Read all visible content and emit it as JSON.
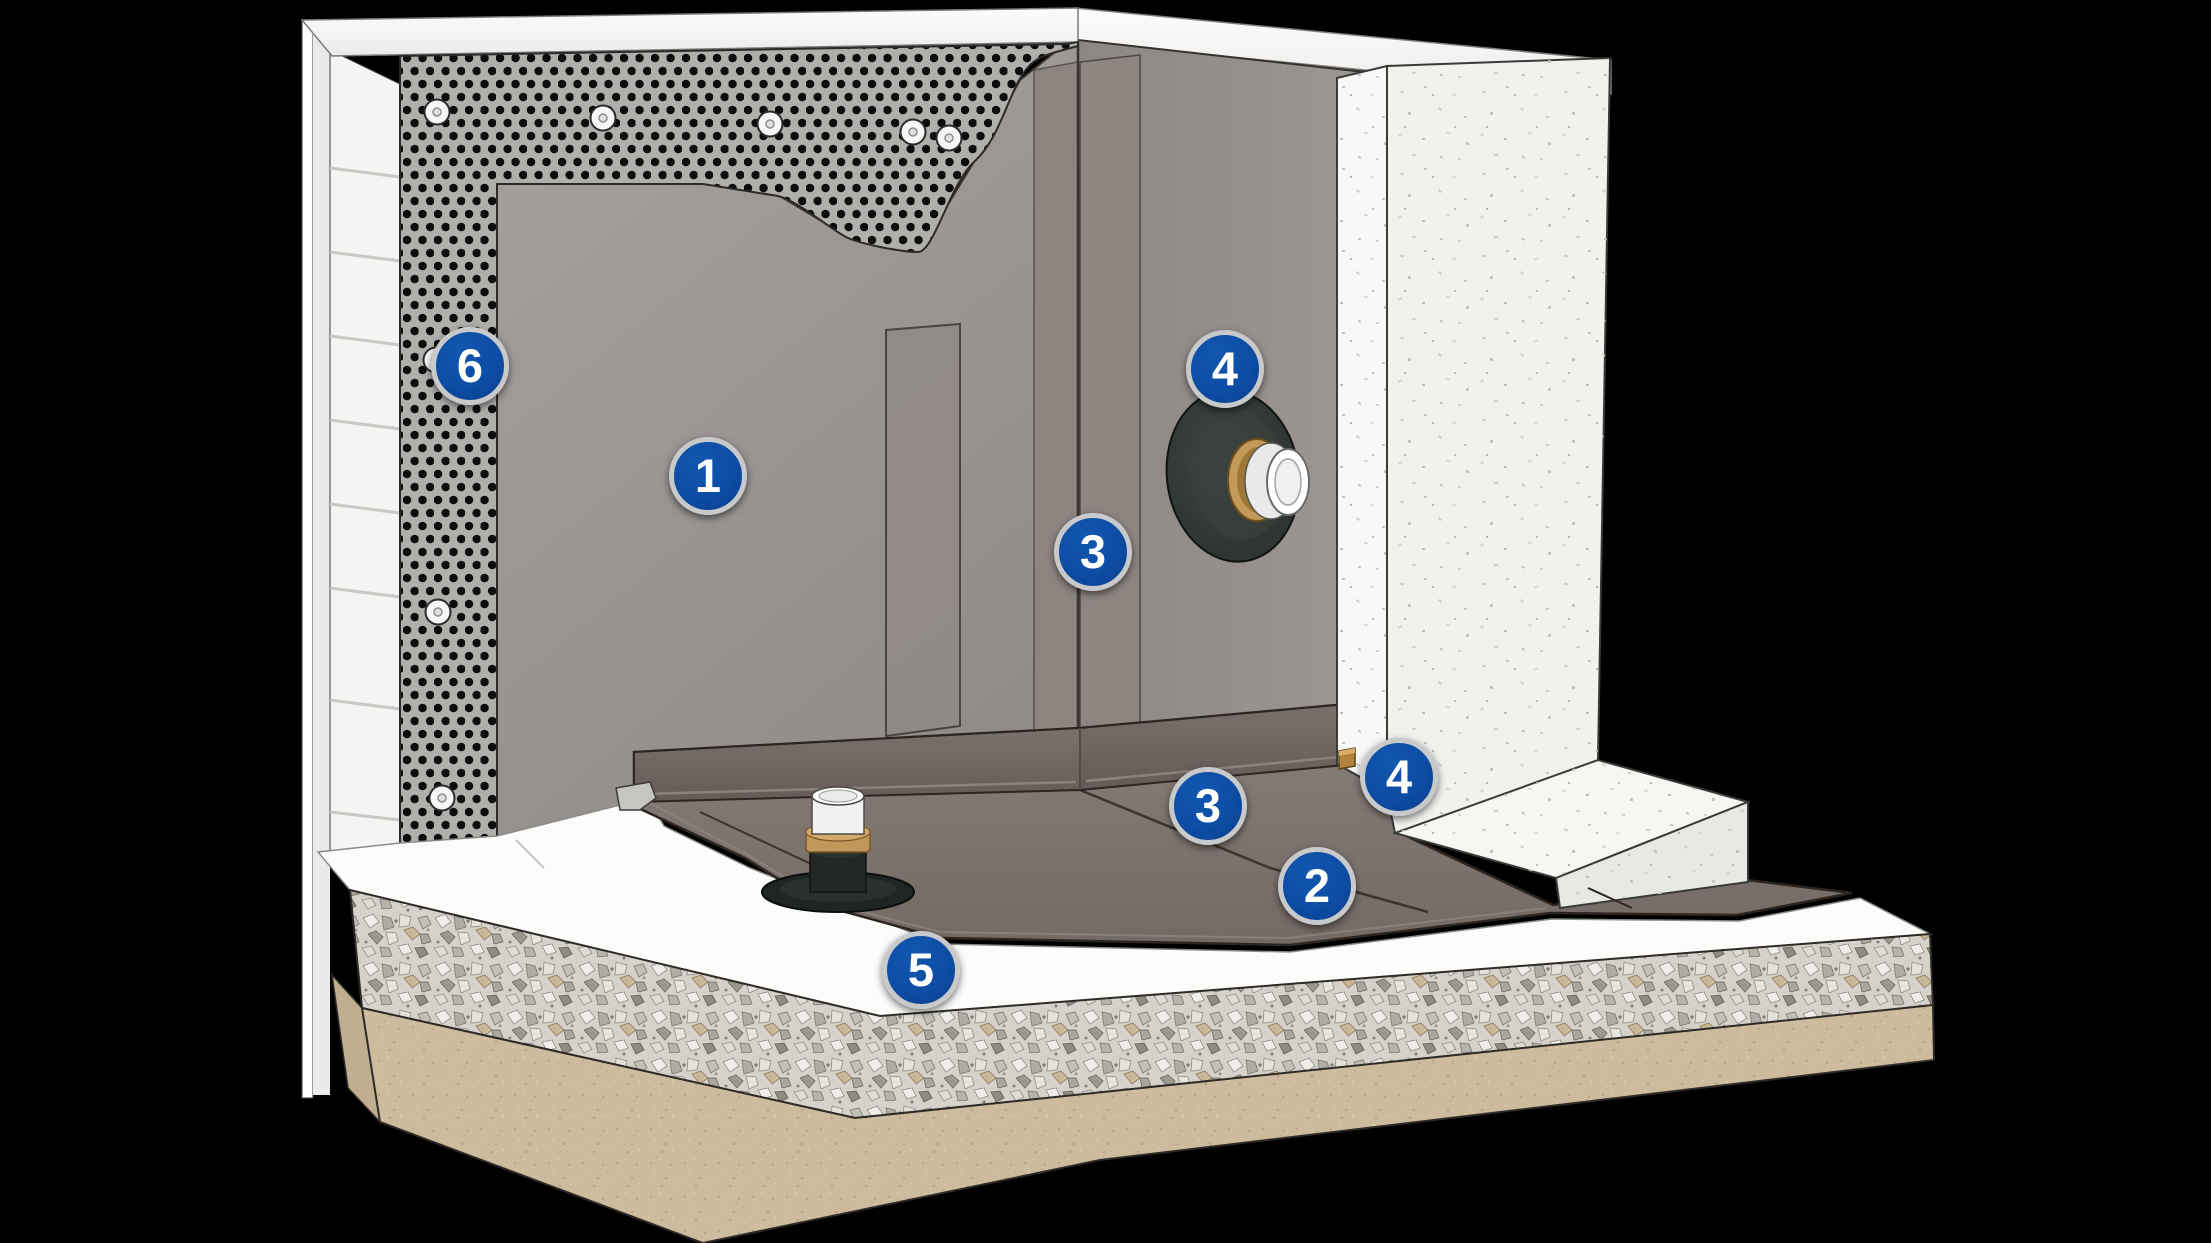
{
  "markers": [
    {
      "label": "6"
    },
    {
      "label": "1"
    },
    {
      "label": "3"
    },
    {
      "label": "4"
    },
    {
      "label": "3"
    },
    {
      "label": "2"
    },
    {
      "label": "4"
    },
    {
      "label": "5"
    }
  ],
  "palette": {
    "background": "#000000",
    "marker_blue": "#0d4da4",
    "marker_ring": "#c8c9ca",
    "marker_text": "#ffffff",
    "wall_membrane_gray": "#9d9795",
    "seam_tape_brown": "#8e8581",
    "floor_membrane_brown": "#7d7370",
    "cove_fillet_dark": "#6f6561",
    "dimple_mat_gray": "#b1afac",
    "dimple_dot_black": "#0d0d0d",
    "siding_white": "#f5f5f4",
    "concrete_white": "#f1f1ee",
    "underlayment_white": "#fcfcfb",
    "gravel_gray": "#d6d2cb",
    "sand_tan": "#cdbb9d",
    "pipe_white": "#f6f6f4",
    "pipe_boot_black": "#232825",
    "cork_brass": "#c1975a"
  }
}
